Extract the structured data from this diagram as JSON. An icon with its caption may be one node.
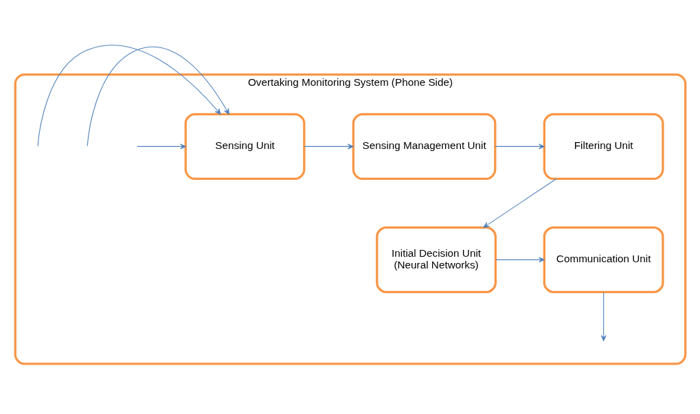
{
  "diagram": {
    "nodes": [
      {
        "text": [
          "Overtaking Monitoring System (Phone Side)"
        ]
      },
      {
        "text": [
          "Sensing Unit"
        ],
        "in": 0
      },
      {
        "text": [
          "Sensing Management Unit"
        ],
        "in": 0
      },
      {
        "text": [
          "Filtering Unit"
        ],
        "in": 0
      },
      {
        "text": [
          "Initial Decision Unit",
          "(Neural Networks)"
        ],
        "in": 0
      },
      {
        "text": [
          "Communication Unit"
        ],
        "in": 0
      }
    ],
    "edges": [
      {
        "from": null,
        "to": 1,
        "arrow": "to"
      },
      {
        "from": null,
        "to": 1,
        "arrow": "to"
      },
      {
        "from": null,
        "to": 1,
        "arrow": "to"
      },
      {
        "from": 1,
        "to": 2,
        "arrow": "to"
      },
      {
        "from": 2,
        "to": 3,
        "arrow": "to"
      },
      {
        "from": 3,
        "to": 4,
        "arrow": "to"
      },
      {
        "from": 4,
        "to": 5,
        "arrow": "to"
      },
      {
        "from": 5,
        "to": null,
        "arrow": "to"
      }
    ]
  }
}
